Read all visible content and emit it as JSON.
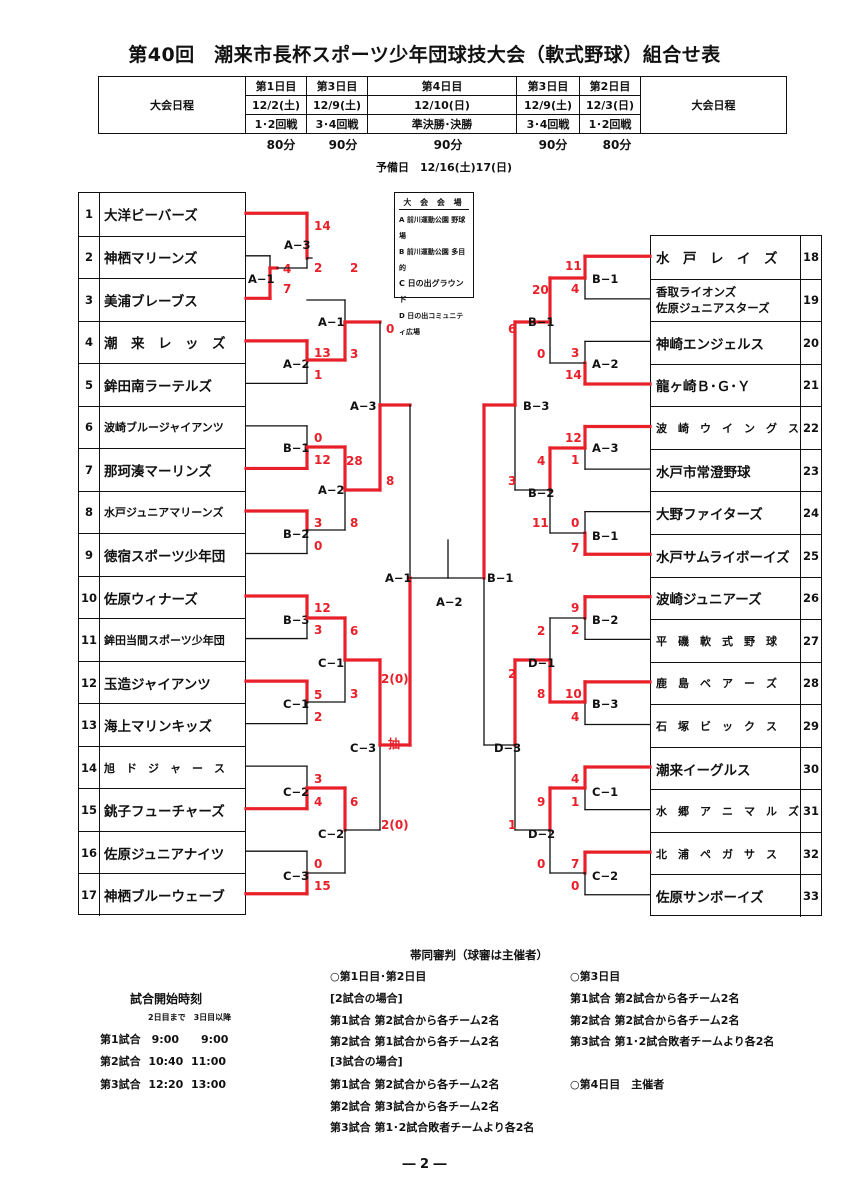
{
  "title": "第40回　潮来市長杯スポーツ少年団球技大会（軟式野球）組合せ表",
  "schedule": {
    "label_left": "大会日程",
    "label_right": "大会日程",
    "days": [
      "第1日目",
      "第3日目",
      "第4日目",
      "第3日目",
      "第2日目"
    ],
    "dates": [
      "12/2(土)",
      "12/9(土)",
      "12/10(日)",
      "12/9(土)",
      "12/3(日)"
    ],
    "rounds": [
      "1･2回戦",
      "3･4回戦",
      "準決勝･決勝",
      "3･4回戦",
      "1･2回戦"
    ],
    "minutes": [
      "80分",
      "90分",
      "90分",
      "90分",
      "80分"
    ],
    "reserve": "予備日　12/16(土)17(日)"
  },
  "venue": {
    "header": "大 会 会 場",
    "items": [
      "A 前川運動公園  野球場",
      "B 前川運動公園  多目的",
      "C 日の出グラウンド",
      "D 日の出コミュニティ広場"
    ]
  },
  "teams_left": [
    {
      "num": "1",
      "name": "大洋ビーバーズ"
    },
    {
      "num": "2",
      "name": "神栖マリーンズ"
    },
    {
      "num": "3",
      "name": "美浦ブレーブス"
    },
    {
      "num": "4",
      "name": "潮　来　レ　ッ　ズ"
    },
    {
      "num": "5",
      "name": "鉾田南ラーテルズ"
    },
    {
      "num": "6",
      "name": "波崎ブルージャイアンツ"
    },
    {
      "num": "7",
      "name": "那珂湊マーリンズ"
    },
    {
      "num": "8",
      "name": "水戸ジュニアマリーンズ"
    },
    {
      "num": "9",
      "name": "徳宿スポーツ少年団"
    },
    {
      "num": "10",
      "name": "佐原ウィナーズ"
    },
    {
      "num": "11",
      "name": "鉾田当間スポーツ少年団"
    },
    {
      "num": "12",
      "name": "玉造ジャイアンツ"
    },
    {
      "num": "13",
      "name": "海上マリンキッズ"
    },
    {
      "num": "14",
      "name": "旭　ド　ジ　ャ　ー　ス"
    },
    {
      "num": "15",
      "name": "銚子フューチャーズ"
    },
    {
      "num": "16",
      "name": "佐原ジュニアナイツ"
    },
    {
      "num": "17",
      "name": "神栖ブルーウェーブ"
    }
  ],
  "teams_right": [
    {
      "num": "18",
      "name": "水　戸　レ　イ　ズ"
    },
    {
      "num": "19",
      "name": "香取ライオンズ\n佐原ジュニアスターズ"
    },
    {
      "num": "20",
      "name": "神崎エンジェルス"
    },
    {
      "num": "21",
      "name": "龍ヶ崎Ｂ･Ｇ･Ｙ"
    },
    {
      "num": "22",
      "name": "波　崎　ウ　イ　ン　グ　ス"
    },
    {
      "num": "23",
      "name": "水戸市常澄野球"
    },
    {
      "num": "24",
      "name": "大野ファイターズ"
    },
    {
      "num": "25",
      "name": "水戸サムライボーイズ"
    },
    {
      "num": "26",
      "name": "波崎ジュニアーズ"
    },
    {
      "num": "27",
      "name": "平　磯　軟　式　野　球"
    },
    {
      "num": "28",
      "name": "鹿　島　ベ　ア　ー　ズ"
    },
    {
      "num": "29",
      "name": "石　塚　ビ　ッ　ク　ス"
    },
    {
      "num": "30",
      "name": "潮来イーグルス"
    },
    {
      "num": "31",
      "name": "水　郷　ア　ニ　マ　ル　ズ"
    },
    {
      "num": "32",
      "name": "北　浦　ペ　ガ　サ　ス"
    },
    {
      "num": "33",
      "name": "佐原サンボーイズ"
    }
  ],
  "match_labels": [
    "A−1",
    "A−3",
    "A−1",
    "A−2",
    "A−3",
    "B−1",
    "A−2",
    "B−2",
    "A−1",
    "B−3",
    "C−1",
    "C−1",
    "C−3",
    "C−2",
    "C−2",
    "C−3",
    "A−2",
    "B−1",
    "B−1",
    "B−3",
    "A−2",
    "A−3",
    "B−2",
    "B−1",
    "B−2",
    "D−1",
    "B−3",
    "D−3",
    "C−1",
    "D−2",
    "C−2"
  ],
  "scores_left": [
    "14",
    "4",
    "7",
    "2",
    "2",
    "13",
    "1",
    "3",
    "0",
    "0",
    "12",
    "28",
    "8",
    "3",
    "0",
    "8",
    "12",
    "3",
    "6",
    "5",
    "2",
    "3",
    "2(0)",
    "3",
    "4",
    "6",
    "2(0)",
    "0",
    "15",
    "抽"
  ],
  "scores_right": [
    "11",
    "4",
    "20",
    "6",
    "0",
    "3",
    "14",
    "12",
    "1",
    "4",
    "3",
    "11",
    "0",
    "7",
    "9",
    "2",
    "2",
    "10",
    "8",
    "4",
    "2",
    "4",
    "9",
    "1",
    "1",
    "7",
    "0",
    "0"
  ],
  "referee": {
    "header": "帯同審判（球審は主催者）",
    "col1_title": "○第1日目･第2日目",
    "col1_a": "[2試合の場合]",
    "col1_a1": "第1試合  第2試合から各チーム2名",
    "col1_a2": "第2試合  第1試合から各チーム2名",
    "col1_b": "[3試合の場合]",
    "col1_b1": "第1試合  第2試合から各チーム2名",
    "col1_b2": "第2試合  第3試合から各チーム2名",
    "col1_b3": "第3試合  第1･2試合敗者チームより各2名",
    "col2_title": "○第3日目",
    "col2_1": "第1試合  第2試合から各チーム2名",
    "col2_2": "第2試合  第2試合から各チーム2名",
    "col2_3": "第3試合  第1･2試合敗者チームより各2名",
    "col2_4": "○第4日目　主催者"
  },
  "start_times": {
    "title": "試合開始時刻",
    "sub": "2日目まで　3日目以降",
    "r1": "第1試合　9:00　　9:00",
    "r2": "第2試合  10:40  11:00",
    "r3": "第3試合  12:20  13:00"
  },
  "page_number": "― 2 ―",
  "colors": {
    "win": "#e8202a",
    "line": "#111111"
  }
}
